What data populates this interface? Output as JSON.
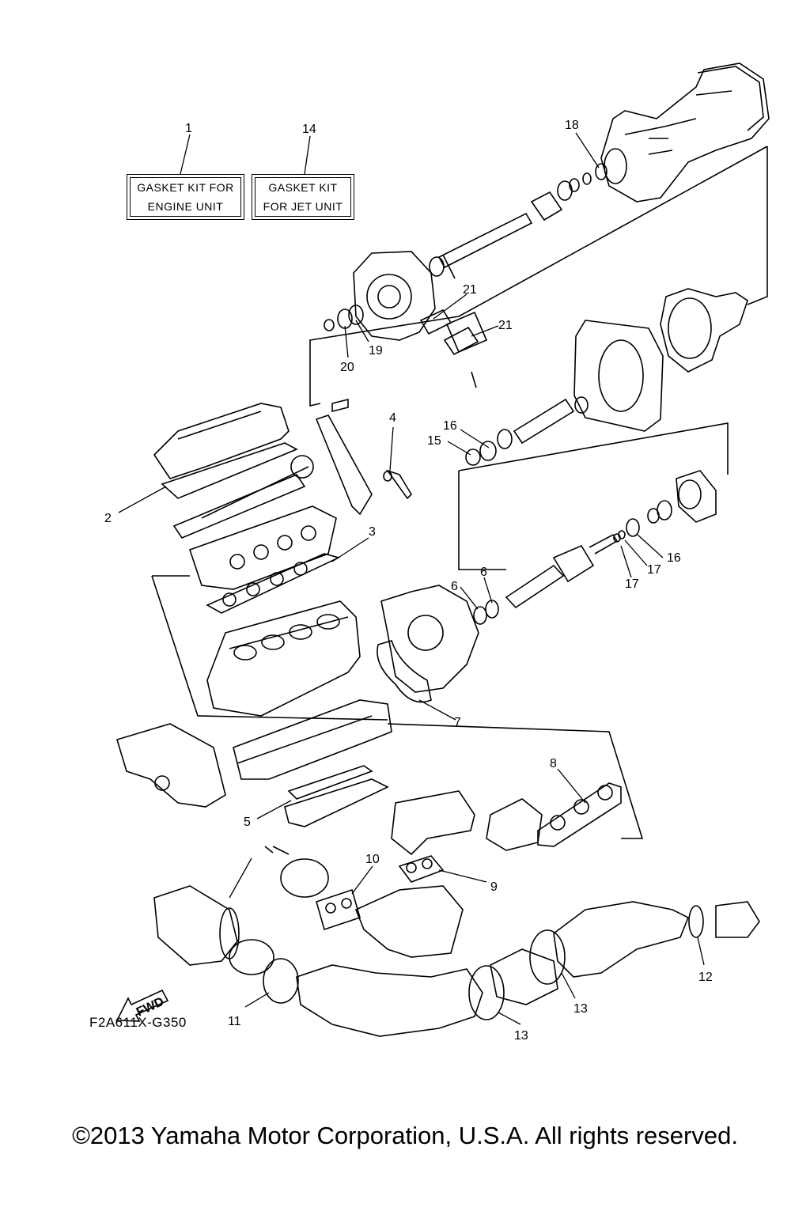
{
  "kits": [
    {
      "line1": "GASKET KIT FOR",
      "line2": "ENGINE UNIT"
    },
    {
      "line1": "GASKET KIT",
      "line2": "FOR JET UNIT"
    }
  ],
  "callouts": [
    "1",
    "14",
    "18",
    "21",
    "21",
    "19",
    "20",
    "4",
    "16",
    "15",
    "2",
    "3",
    "6",
    "6",
    "16",
    "17",
    "17",
    "7",
    "8",
    "5",
    "10",
    "9",
    "12",
    "13",
    "13",
    "11"
  ],
  "fwd_label": "FWD",
  "diagram_code": "F2A611X-G350",
  "copyright": "©2013 Yamaha Motor Corporation, U.S.A. All rights reserved."
}
